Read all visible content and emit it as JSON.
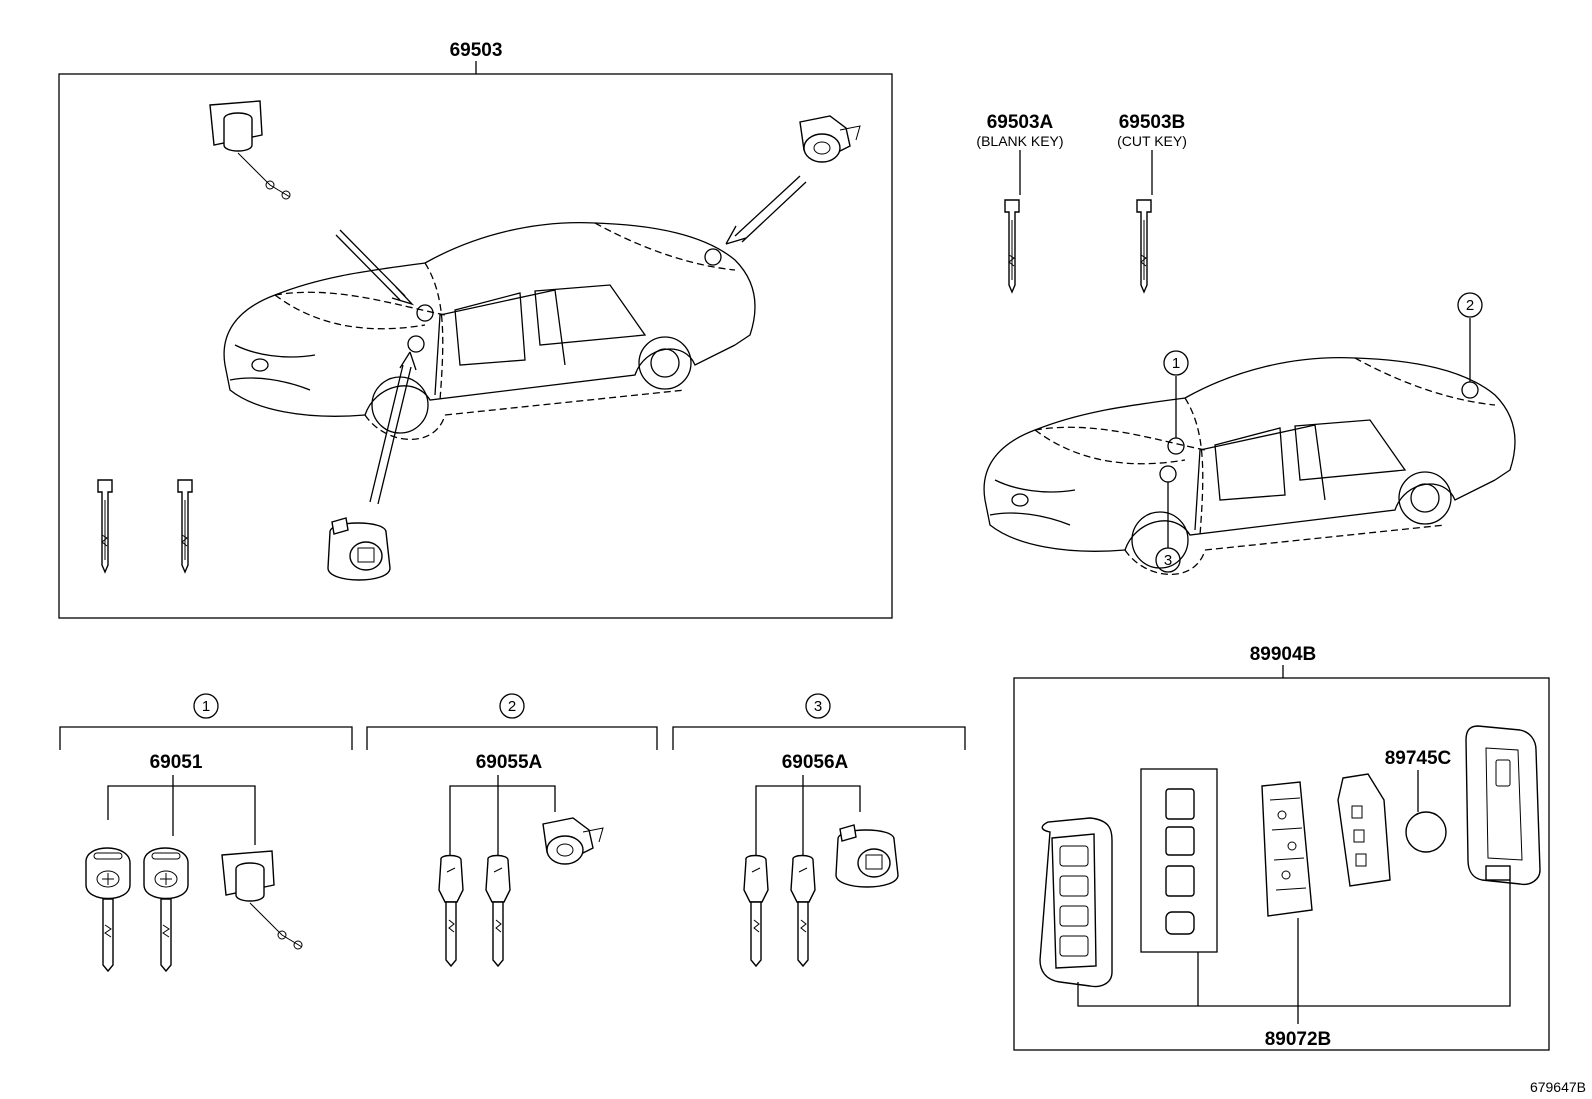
{
  "labels": {
    "lock_set": "69503",
    "blank_key": "69503A",
    "blank_key_note": "(BLANK KEY)",
    "cut_key": "69503B",
    "cut_key_note": "(CUT KEY)",
    "group1_marker": "1",
    "group2_marker": "2",
    "group3_marker": "3",
    "group1_part": "69051",
    "group2_part": "69055A",
    "group3_part": "69056A",
    "smart_key_assy": "89904B",
    "battery": "89745C",
    "transmitter_housing": "89072B",
    "car_marker_1": "1",
    "car_marker_2": "2",
    "car_marker_3": "3",
    "illustration_id": "679647B"
  }
}
